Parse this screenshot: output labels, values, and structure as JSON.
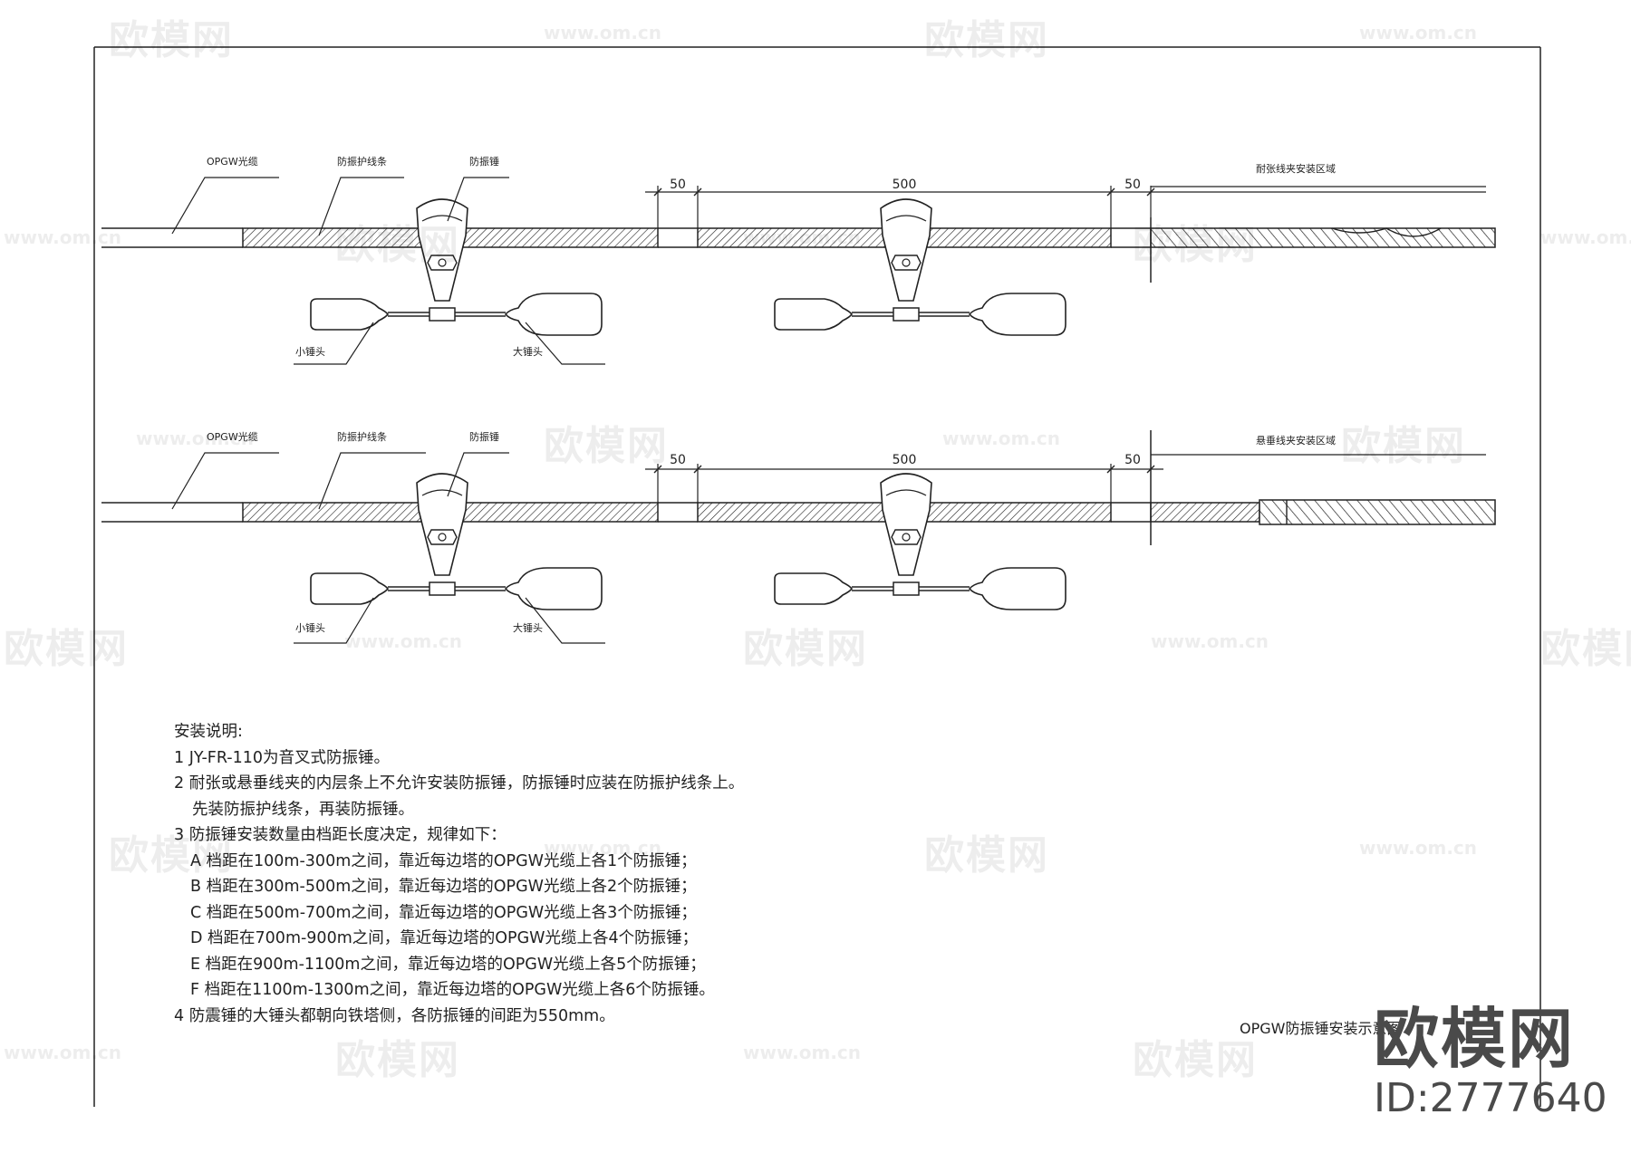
{
  "diagram_top": {
    "label_cable": "OPGW光缆",
    "label_armor": "防振护线条",
    "label_damper": "防振锤",
    "label_small_head": "小锤头",
    "label_large_head": "大锤头",
    "label_zone": "耐张线夹安装区域",
    "dim_50_left": "50",
    "dim_500": "500",
    "dim_50_right": "50"
  },
  "diagram_bottom": {
    "label_cable": "OPGW光缆",
    "label_armor": "防振护线条",
    "label_damper": "防振锤",
    "label_small_head": "小锤头",
    "label_large_head": "大锤头",
    "label_zone": "悬垂线夹安装区域",
    "dim_50_left": "50",
    "dim_500": "500",
    "dim_50_right": "50"
  },
  "notes": {
    "heading": "安装说明:",
    "items": [
      "1  JY-FR-110为音叉式防振锤。",
      "2  耐张或悬垂线夹的内层条上不允许安装防振锤，防振锤时应装在防振护线条上。",
      "先装防振护线条，再装防振锤。",
      "3  防振锤安装数量由档距长度决定，规律如下：",
      "A  档距在100m-300m之间，靠近每边塔的OPGW光缆上各1个防振锤；",
      "B  档距在300m-500m之间，靠近每边塔的OPGW光缆上各2个防振锤；",
      "C  档距在500m-700m之间，靠近每边塔的OPGW光缆上各3个防振锤；",
      "D  档距在700m-900m之间，靠近每边塔的OPGW光缆上各4个防振锤；",
      "E  档距在900m-1100m之间，靠近每边塔的OPGW光缆上各5个防振锤；",
      "F  档距在1100m-1300m之间，靠近每边塔的OPGW光缆上各6个防振锤。",
      "4  防震锤的大锤头都朝向铁塔侧，各防振锤的间距为550mm。"
    ]
  },
  "figure_title": "OPGW防振锤安装示意图",
  "watermark": {
    "logo_text": "欧模网",
    "url_text": "www.om.cn",
    "id_text": "ID:2777640"
  }
}
